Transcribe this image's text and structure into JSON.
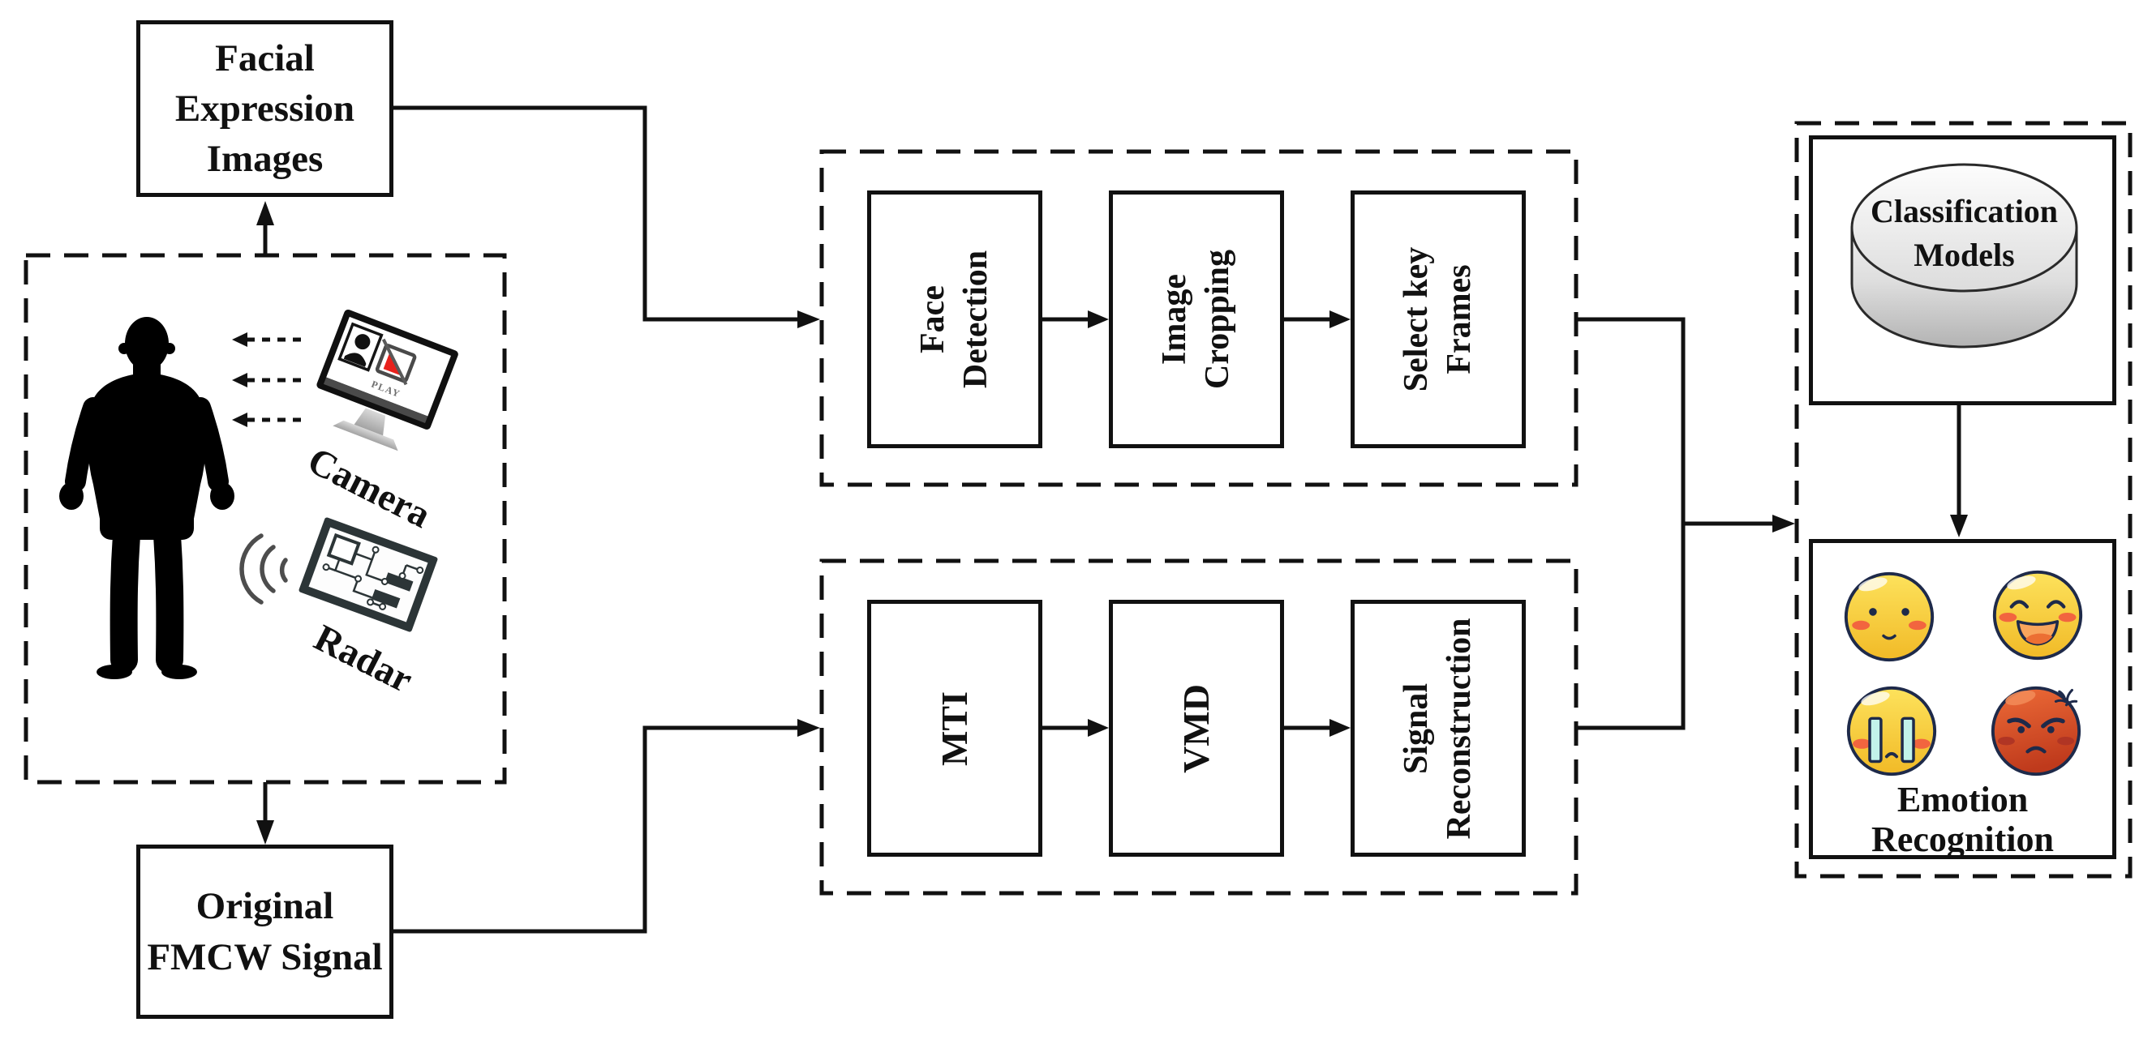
{
  "figure": {
    "type": "pipeline-flowchart",
    "background": "#ffffff"
  },
  "colors": {
    "line": "#111111",
    "emoji_outline": "#1e2a4a",
    "emoji_yellow": "#fbd63e",
    "emoji_red": "#e05b27",
    "blush_orange": "#f2653f",
    "tear_cyan": "#c2f3ea",
    "play_red": "#e8211c",
    "board_slate": "#2c3537",
    "cylinder_gray": "#c9c9c9"
  },
  "source_box": {
    "lines": [
      "Facial",
      "Expression",
      "Images"
    ]
  },
  "fmcw_box": {
    "lines": [
      "Original",
      "FMCW Signal"
    ]
  },
  "sensor_box": {
    "camera_label": "Camera",
    "radar_label": "Radar",
    "play_label": "PLAY"
  },
  "image_module": {
    "steps": [
      {
        "lines": [
          "Face",
          "Detection"
        ]
      },
      {
        "lines": [
          "Image",
          "Cropping"
        ]
      },
      {
        "lines": [
          "Select key",
          "Frames"
        ]
      }
    ]
  },
  "signal_module": {
    "steps": [
      {
        "lines": [
          "MTI"
        ]
      },
      {
        "lines": [
          "VMD"
        ]
      },
      {
        "lines": [
          "Signal",
          "Reconstruction"
        ]
      }
    ]
  },
  "classification": {
    "lines": [
      "Classification",
      "Models"
    ]
  },
  "emotion": {
    "lines": [
      "Emotion",
      "Recognition"
    ],
    "emoji_icons": [
      "calm-emoji-icon",
      "laughing-emoji-icon",
      "crying-emoji-icon",
      "angry-emoji-icon"
    ]
  },
  "icons": {
    "person": "person-silhouette",
    "camera": "camera-monitor-icon",
    "radar": "radar-board-icon",
    "waves": "radar-wave-icon",
    "database": "database-cylinder-icon"
  }
}
